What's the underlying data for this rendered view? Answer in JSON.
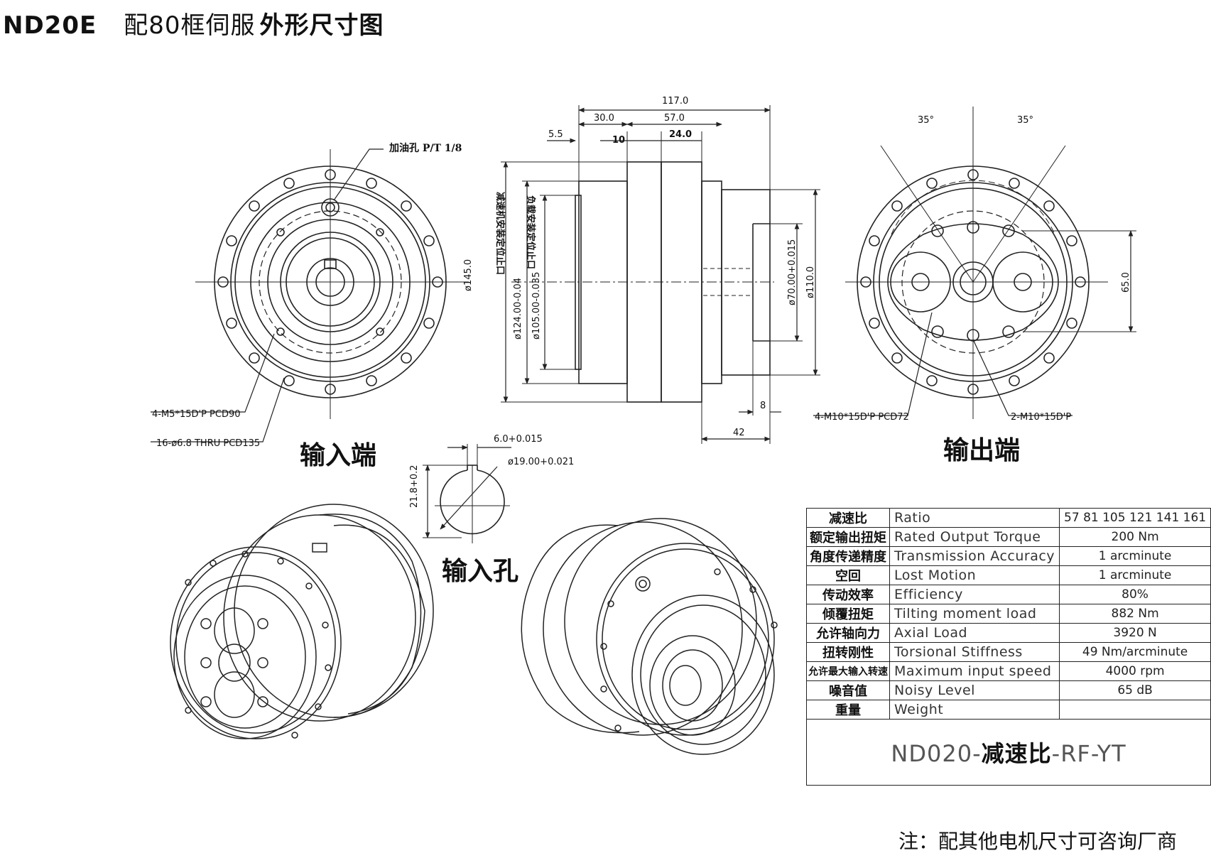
{
  "title": {
    "model": "ND20E",
    "subtitle": "配80框伺服",
    "heading": "外形尺寸图"
  },
  "views": {
    "input_end_label": "输入端",
    "output_end_label": "输出端",
    "input_hole_label": "输入孔"
  },
  "annotations": {
    "oil_hole": "加油孔 P/T 1/8",
    "input_tap": "4-M5*15D'P  PCD90",
    "input_thru": "16-ø6.8 THRU PCD135",
    "output_tap": "4-M10*15D'P  PCD72",
    "output_tap2": "2-M10*15D'P",
    "angle_left": "35°",
    "angle_right": "35°"
  },
  "side_view": {
    "dim_total": "117.0",
    "dim_30": "30.0",
    "dim_57": "57.0",
    "dim_5_5": "5.5",
    "dim_10": "10",
    "dim_24": "24.0",
    "dim_145": "ø145.0",
    "dim_124": "ø124.00-0.04",
    "dim_105": "ø105.00-0.035",
    "dim_70": "ø70.00+0.015",
    "dim_110": "ø110.0",
    "dim_8": "8",
    "dim_42": "42",
    "reducer_spigot": "减速机安装定位止口",
    "load_spigot": "负载安装定位止口",
    "dim_65": "65.0"
  },
  "input_hole": {
    "key_width": "6.0+0.015",
    "bore": "ø19.00+0.021",
    "depth": "21.8+0.2"
  },
  "specs": {
    "rows": [
      {
        "cn": "减速比",
        "en": "Ratio",
        "value": "57  81  105  121  141  161"
      },
      {
        "cn": "额定输出扭矩",
        "en": "Rated Output Torque",
        "value": "200 Nm"
      },
      {
        "cn": "角度传递精度",
        "en": "Transmission Accuracy",
        "value": "1 arcminute"
      },
      {
        "cn": "空回",
        "en": "Lost Motion",
        "value": "1 arcminute"
      },
      {
        "cn": "传动效率",
        "en": "Efficiency",
        "value": "80%"
      },
      {
        "cn": "倾覆扭矩",
        "en": "Tilting moment load",
        "value": "882 Nm"
      },
      {
        "cn": "允许轴向力",
        "en": "Axial Load",
        "value": "3920 N"
      },
      {
        "cn": "扭转刚性",
        "en": "Torsional Stiffness",
        "value": "49 Nm/arcminute"
      },
      {
        "cn": "允许最大输入转速",
        "en": "Maximum input speed",
        "value": "4000 rpm"
      },
      {
        "cn": "噪音值",
        "en": "Noisy Level",
        "value": "65 dB"
      },
      {
        "cn": "重量",
        "en": "Weight",
        "value": ""
      }
    ],
    "model_prefix": "ND020-",
    "model_mid": "减速比",
    "model_suffix": "-RF-YT"
  },
  "footnote": "注：配其他电机尺寸可咨询厂商"
}
